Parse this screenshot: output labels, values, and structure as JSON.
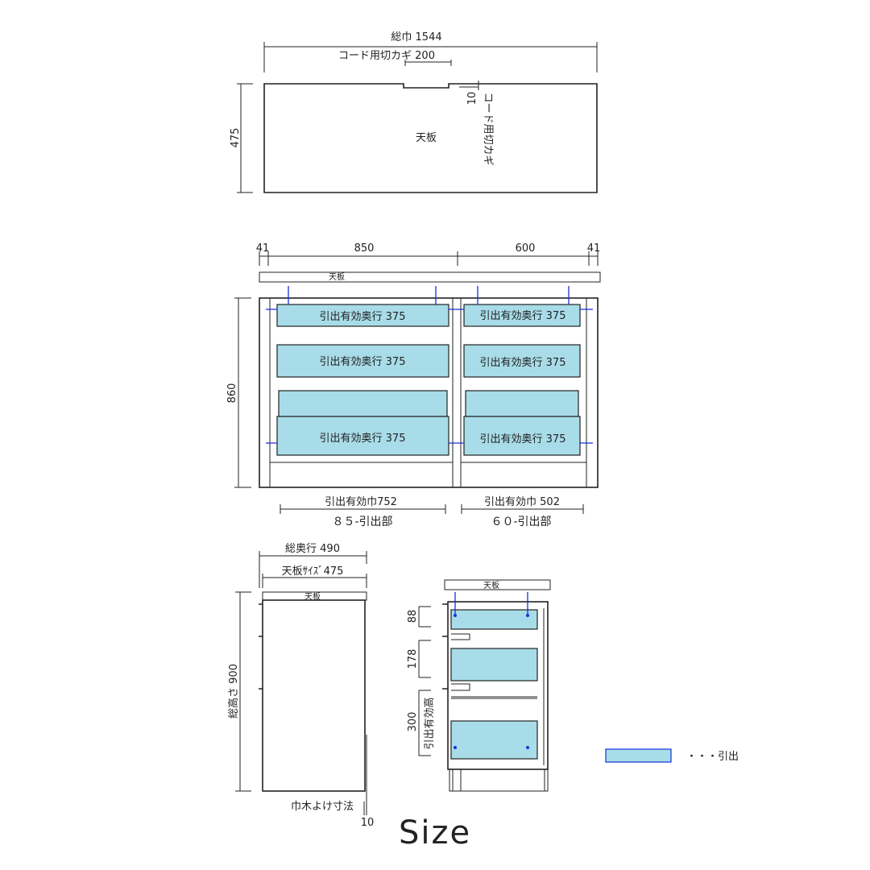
{
  "top_view": {
    "total_width": "総巾 1544",
    "cord_notch_width": "コード用切カギ 200",
    "cord_notch_depth": "10",
    "cord_notch_vertical": "コード用切カギ",
    "depth": "475",
    "panel_label": "天板"
  },
  "front_view": {
    "dims": [
      "41",
      "850",
      "600",
      "41"
    ],
    "top_label": "天板",
    "height": "860",
    "drawer_label": "引出有効奥行 375",
    "left_width": "引出有効巾752",
    "right_width": "引出有効巾 502",
    "left_section": "８５-引出部",
    "right_section": "６０-引出部"
  },
  "side_view": {
    "total_depth": "総奥行 490",
    "top_size": "天板ｻｲｽﾞ475",
    "top_label": "天板",
    "total_height": "総高さ 900",
    "baseboard": "巾木よけ寸法",
    "baseboard_value": "10"
  },
  "section_view": {
    "top_label": "天板",
    "dims": [
      "88",
      "178",
      "300"
    ],
    "effective_height": "引出有効高"
  },
  "legend": {
    "label": "・・・引出",
    "color": "#a8dce8"
  },
  "footer_title": "Size"
}
